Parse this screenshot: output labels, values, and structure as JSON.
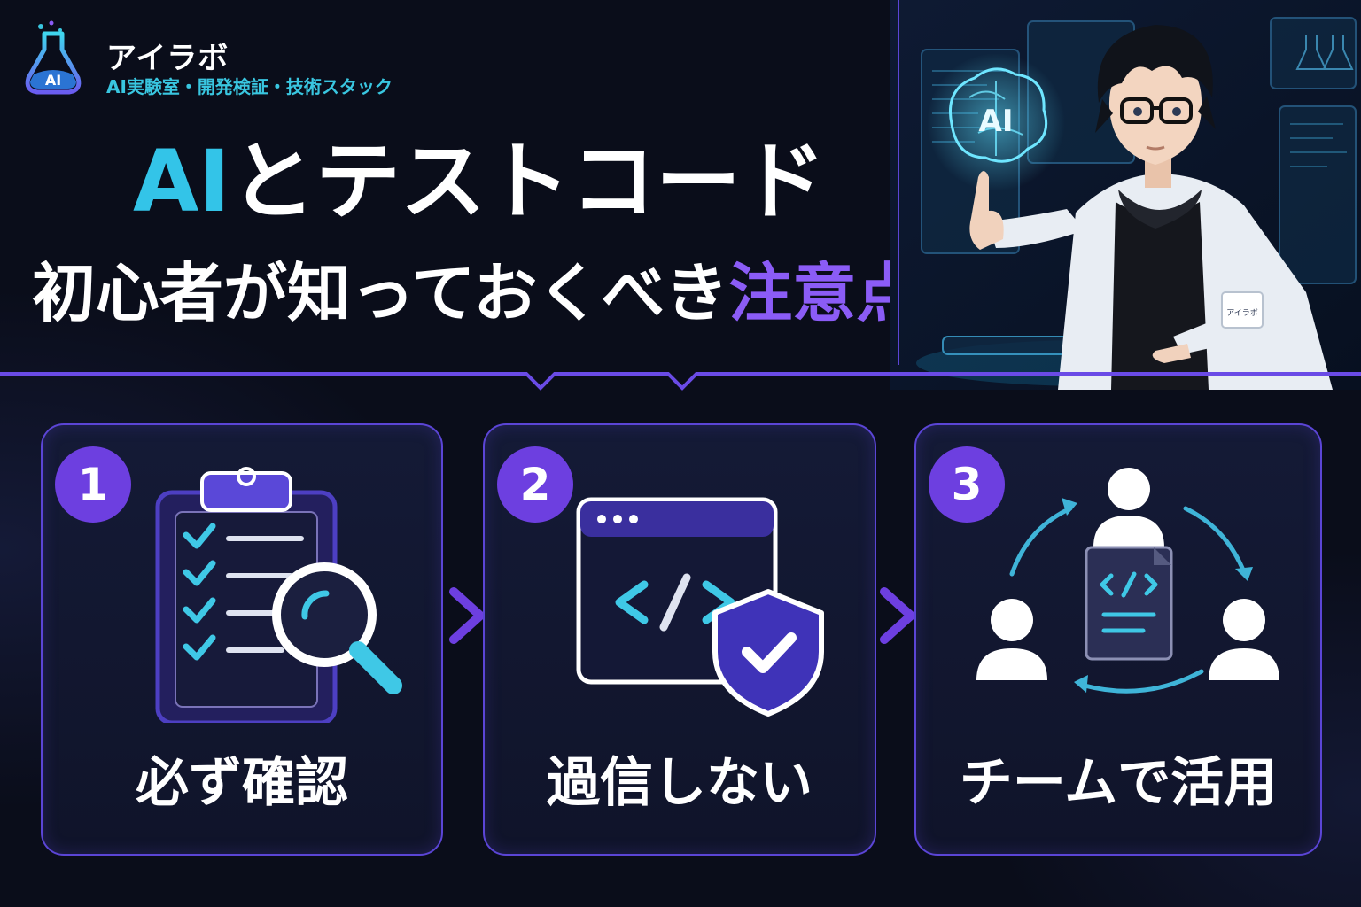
{
  "logo": {
    "name": "アイラボ",
    "flask_text": "AI",
    "tagline": "AI実験室・開発検証・技術スタック"
  },
  "headline": {
    "line1_accent": "AI",
    "line1_rest": "とテストコード",
    "line2_main": "初心者が知っておくべき",
    "line2_accent": "注意点"
  },
  "hero": {
    "hologram_text": "AI",
    "badge_text": "アイラボ"
  },
  "steps": [
    {
      "number": "1",
      "label": "必ず確認",
      "icon": "clipboard-checklist-magnifier-icon"
    },
    {
      "number": "2",
      "label": "過信しない",
      "icon": "code-window-shield-check-icon"
    },
    {
      "number": "3",
      "label": "チームで活用",
      "icon": "team-code-review-cycle-icon"
    }
  ],
  "colors": {
    "background": "#0a0d1a",
    "cyan_accent": "#33c4e8",
    "purple_accent": "#8b5cf6",
    "badge_purple": "#6d3fe0",
    "card_border": "#5b45d6"
  }
}
